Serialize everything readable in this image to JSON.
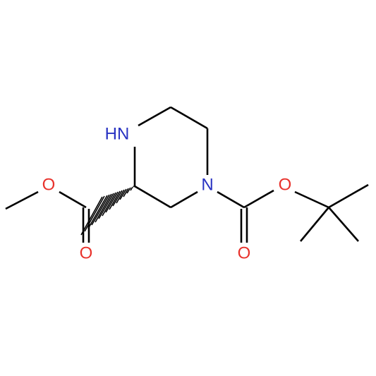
{
  "molecule": {
    "atoms": [
      {
        "symbol": "HN",
        "color": "#2832c2"
      },
      {
        "symbol": "N",
        "color": "#2832c2"
      },
      {
        "symbol": "O",
        "color": "#e8312b"
      },
      {
        "symbol": "O",
        "color": "#e8312b"
      },
      {
        "symbol": "O",
        "color": "#e8312b"
      },
      {
        "symbol": "O",
        "color": "#e8312b"
      }
    ],
    "bond_color": "#000000"
  }
}
